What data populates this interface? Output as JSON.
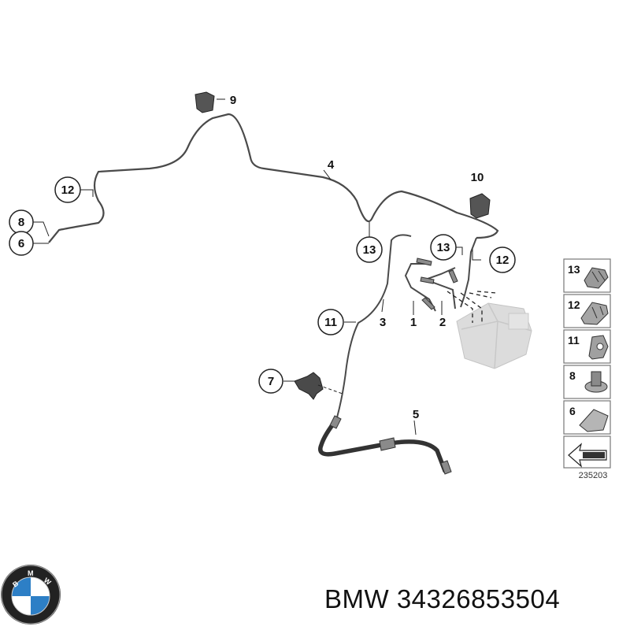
{
  "colors": {
    "line": "#4a4a4a",
    "hose": "#3a3a3a",
    "module": "#d9d9d9",
    "legend_border": "#777777",
    "bmw_blue": "#2d7fc6"
  },
  "callouts": {
    "c1": "1",
    "c2": "2",
    "c3": "3",
    "c4": "4",
    "c5": "5",
    "c6": "6",
    "c7": "7",
    "c8": "8",
    "c9": "9",
    "c10": "10",
    "c11": "11",
    "c12a": "12",
    "c12b": "12",
    "c13a": "13",
    "c13b": "13"
  },
  "legend": {
    "items": [
      "13",
      "12",
      "11",
      "8",
      "6"
    ],
    "catalog_number": "235203"
  },
  "logo": {
    "brand": "BMW",
    "ring_letters": "BMW",
    "part_number": "34326853504",
    "caption": "BMW 34326853504"
  }
}
